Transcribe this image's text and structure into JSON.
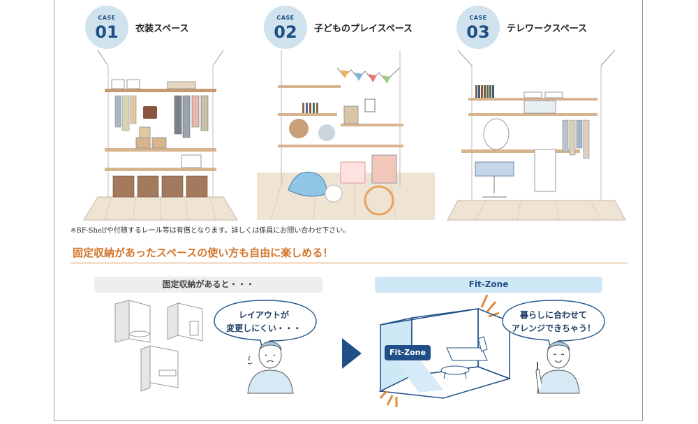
{
  "cases": [
    {
      "label": "CASE",
      "number": "01",
      "title": "衣装スペース"
    },
    {
      "label": "CASE",
      "number": "02",
      "title": "子どものプレイスペース"
    },
    {
      "label": "CASE",
      "number": "03",
      "title": "テレワークスペース"
    }
  ],
  "note": "※BF-Shelfや付随するレール等は有償となります。詳しくは係員にお問い合わせ下さい。",
  "headline": "固定収納があったスペースの使い方も自由に楽しめる！",
  "compare": {
    "left_label": "固定収納があると・・・",
    "left_bubble_line1": "レイアウトが",
    "left_bubble_line2": "変更しにくい・・・",
    "right_label": "Fit-Zone",
    "right_bubble_line1": "暮らしに合わせて",
    "right_bubble_line2": "アレンジできちゃう！",
    "zone_tag": "Fit-Zone"
  },
  "colors": {
    "accent_orange": "#d3762c",
    "brand_blue": "#1f4f86",
    "badge_blue": "#cfe2ee",
    "zone_light": "#cfe8f6"
  }
}
